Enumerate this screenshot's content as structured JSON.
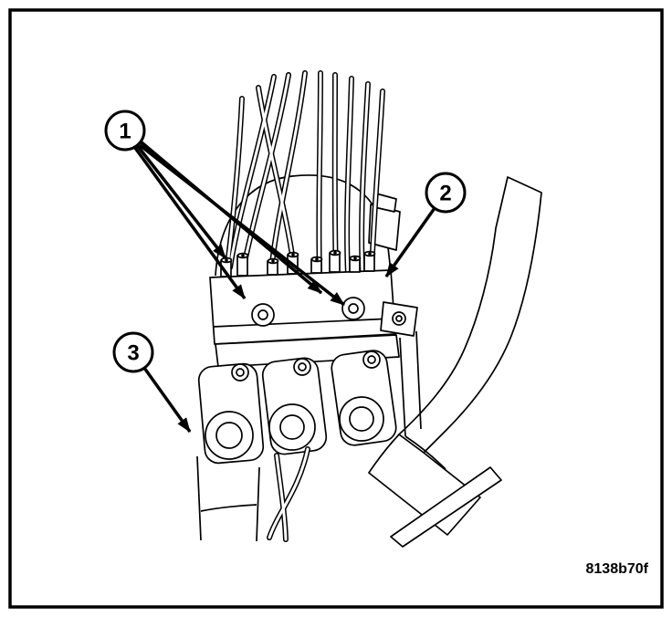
{
  "figure": {
    "code": "8138b70f",
    "callouts": [
      {
        "label": "1"
      },
      {
        "label": "2"
      },
      {
        "label": "3"
      }
    ]
  },
  "colors": {
    "line": "#000000",
    "background": "#ffffff"
  }
}
